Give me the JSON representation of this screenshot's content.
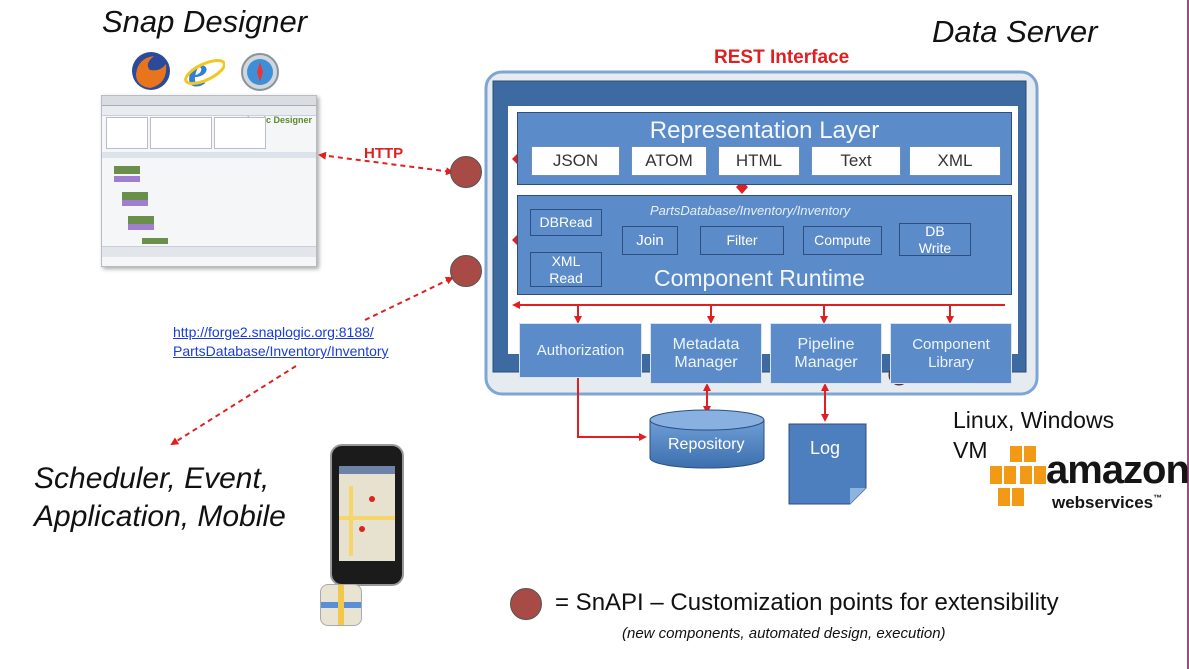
{
  "titles": {
    "snap_designer": "Snap Designer",
    "data_server": "Data Server",
    "rest_interface": "REST Interface",
    "http": "HTTP",
    "clients": "Scheduler, Event, Application, Mobile",
    "platform": "Linux, Windows VM"
  },
  "url": {
    "line1": "http://forge2.snaplogic.org:8188/",
    "line2": "PartsDatabase/Inventory/Inventory"
  },
  "representation": {
    "title": "Representation Layer",
    "formats": [
      "JSON",
      "ATOM",
      "HTML",
      "Text",
      "XML"
    ]
  },
  "runtime": {
    "title": "Component Runtime",
    "path": "PartsDatabase/Inventory/Inventory",
    "components": {
      "dbread": "DBRead",
      "xmlread": "XML Read",
      "join": "Join",
      "filter": "Filter",
      "compute": "Compute",
      "dbwrite": "DB Write"
    }
  },
  "services": [
    "Authorization",
    "Metadata Manager",
    "Pipeline Manager",
    "Component Library"
  ],
  "storage": {
    "repository": "Repository",
    "log": "Log"
  },
  "amazon": {
    "brand": "amazon",
    "sub": "webservices",
    "tm": "™"
  },
  "legend": {
    "main": "= SnAPI – Customization points for extensibility",
    "sub": "(new components, automated design, execution)"
  },
  "screenshot": {
    "logo": "snapLogic Designer"
  },
  "colors": {
    "accent_red": "#e02020",
    "panel_blue": "#5b8cc9",
    "frame_blue": "#3d6aa1",
    "snapi_red": "#a84a46",
    "amazon_orange": "#f29a16"
  }
}
